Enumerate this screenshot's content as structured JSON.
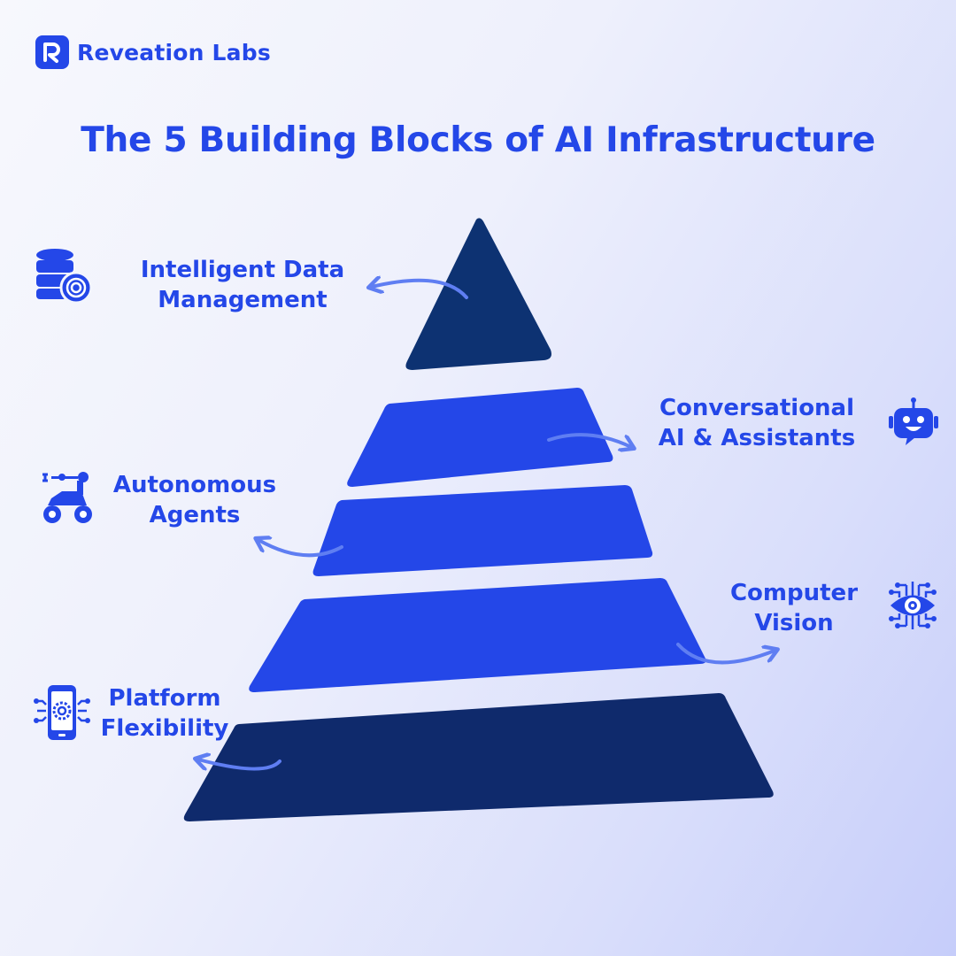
{
  "brand": {
    "name": "Reveation Labs"
  },
  "title": "The 5 Building Blocks of AI Infrastructure",
  "blocks": [
    {
      "line1": "Intelligent Data",
      "line2": "Management",
      "icon": "database-gear-icon"
    },
    {
      "line1": "Conversational",
      "line2": "AI & Assistants",
      "icon": "chatbot-icon"
    },
    {
      "line1": "Autonomous",
      "line2": "Agents",
      "icon": "robot-arm-vehicle-icon"
    },
    {
      "line1": "Computer",
      "line2": "Vision",
      "icon": "circuit-eye-icon"
    },
    {
      "line1": "Platform",
      "line2": "Flexibility",
      "icon": "mobile-gear-icon"
    }
  ],
  "colors": {
    "accent": "#2447e8",
    "dark": "#0f2a6c",
    "arrow": "#5f7ef2"
  }
}
